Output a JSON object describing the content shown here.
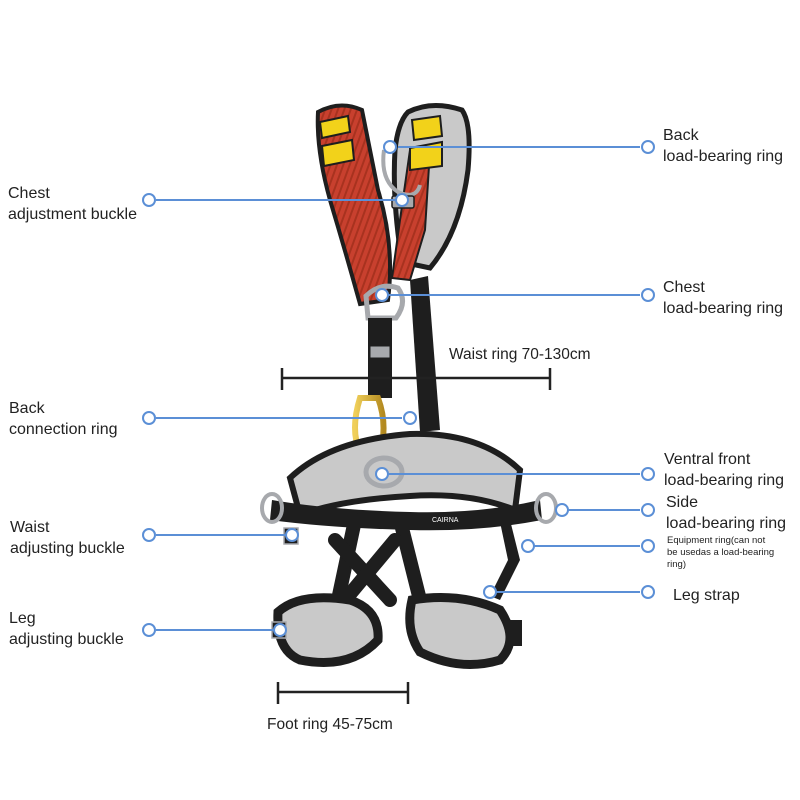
{
  "colors": {
    "leader_line": "#5b8fd6",
    "dimension_line": "#222222",
    "strap_red": "#c8402e",
    "pad_yellow": "#f2d21a",
    "webbing_black": "#1e1e1e",
    "pad_grey": "#c9c9c9",
    "metal": "#a7a9ad",
    "carabiner_gold": "#d9b23c"
  },
  "callouts": {
    "back_ring": {
      "lines": [
        "Back",
        "load-bearing ring"
      ]
    },
    "chest_buckle": {
      "lines": [
        "Chest",
        "adjustment buckle"
      ]
    },
    "chest_ring": {
      "lines": [
        "Chest",
        "load-bearing ring"
      ]
    },
    "back_connection": {
      "lines": [
        "Back",
        "connection ring"
      ]
    },
    "ventral_front": {
      "lines": [
        "Ventral front",
        "load-bearing ring"
      ]
    },
    "side_ring": {
      "lines": [
        "Side",
        "load-bearing ring"
      ]
    },
    "equipment_ring": {
      "lines": [
        "Equipment ring(can not",
        "be usedas a load-bearing",
        "ring)"
      ]
    },
    "waist_buckle": {
      "lines": [
        "Waist",
        "adjusting buckle"
      ]
    },
    "leg_strap": {
      "lines": [
        "Leg strap"
      ]
    },
    "leg_buckle": {
      "lines": [
        "Leg",
        "adjusting buckle"
      ]
    }
  },
  "dimensions": {
    "waist": "Waist ring 70-130cm",
    "foot": "Foot ring 45-75cm"
  },
  "icons": {
    "logo_text": "CAIRNA"
  }
}
